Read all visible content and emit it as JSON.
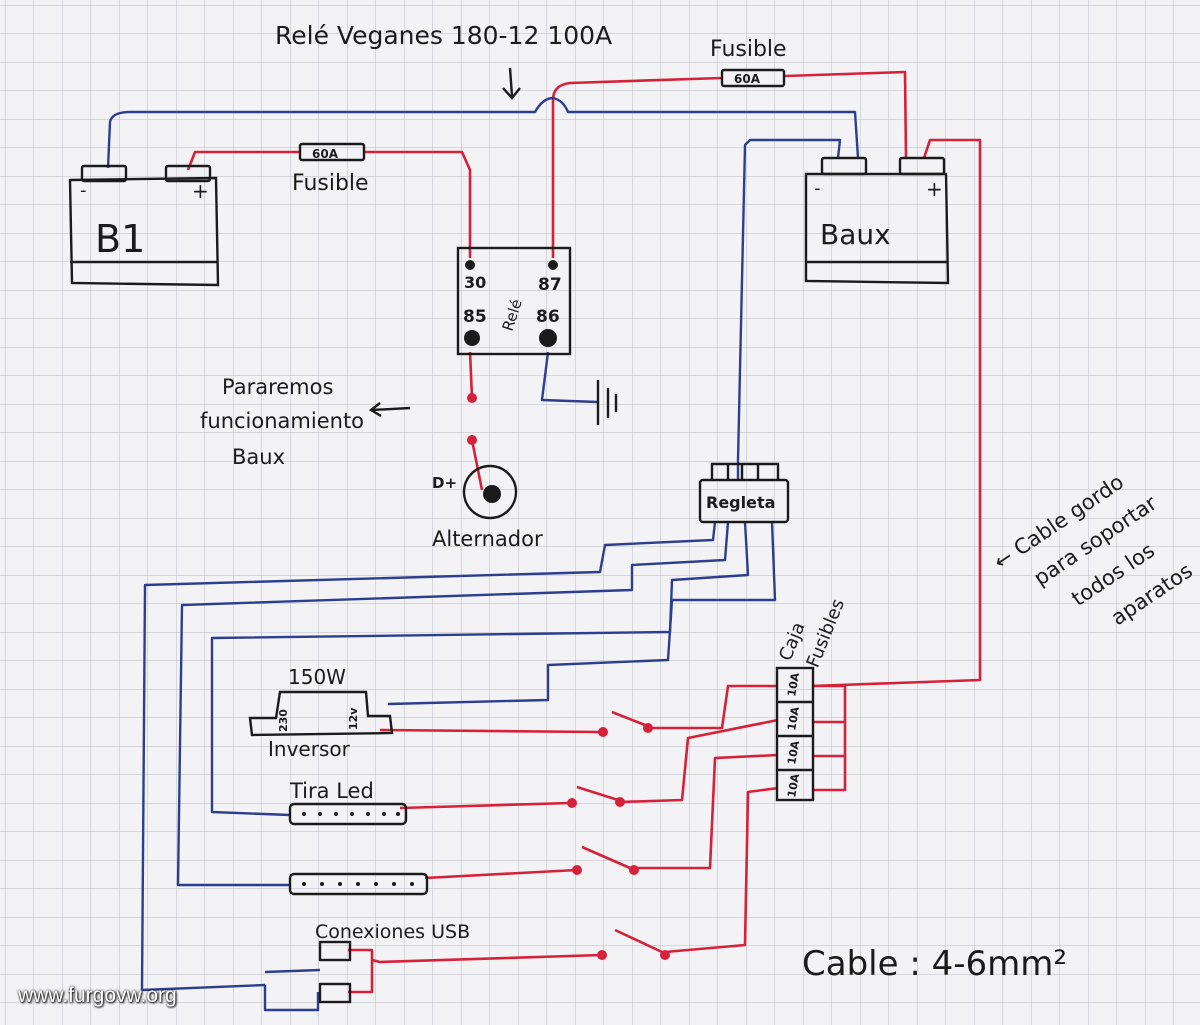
{
  "labels": {
    "relay_title": "Relé Veganes 180-12 100A",
    "fuse_top_label": "Fusible",
    "fuse_top_rating": "60A",
    "fuse_left_label": "Fusible",
    "fuse_left_rating": "60A",
    "battery_main": "B1",
    "battery_aux": "Baux",
    "relay_word": "Relé",
    "pin_30": "30",
    "pin_87": "87",
    "pin_85": "85",
    "pin_86": "86",
    "note_line1": "Pararemos",
    "note_line2": "funcionamiento",
    "note_line3": "Baux",
    "d_plus": "D+",
    "alternator": "Alternador",
    "strip": "Regleta",
    "thick_cable_line1": "← Cable gordo",
    "thick_cable_line2": "para soportar",
    "thick_cable_line3": "todos los",
    "thick_cable_line4": "aparatos",
    "fuse_box_line1": "Caja",
    "fuse_box_line2": "Fusibles",
    "fuse_1": "10A",
    "fuse_2": "10A",
    "fuse_3": "10A",
    "fuse_4": "10A",
    "inverter_power": "150W",
    "inverter_in": "12v",
    "inverter_out": "230",
    "inverter": "Inversor",
    "led_strip": "Tira Led",
    "usb": "Conexiones USB",
    "cable_size": "Cable : 4-6mm²",
    "watermark": "www.furgovw.org"
  },
  "colors": {
    "positive_wire": "#d6213a",
    "negative_wire": "#2c3f8f",
    "ink": "#1b1b1b",
    "grid": "#b9bcc6",
    "paper": "#f3f2f4"
  }
}
